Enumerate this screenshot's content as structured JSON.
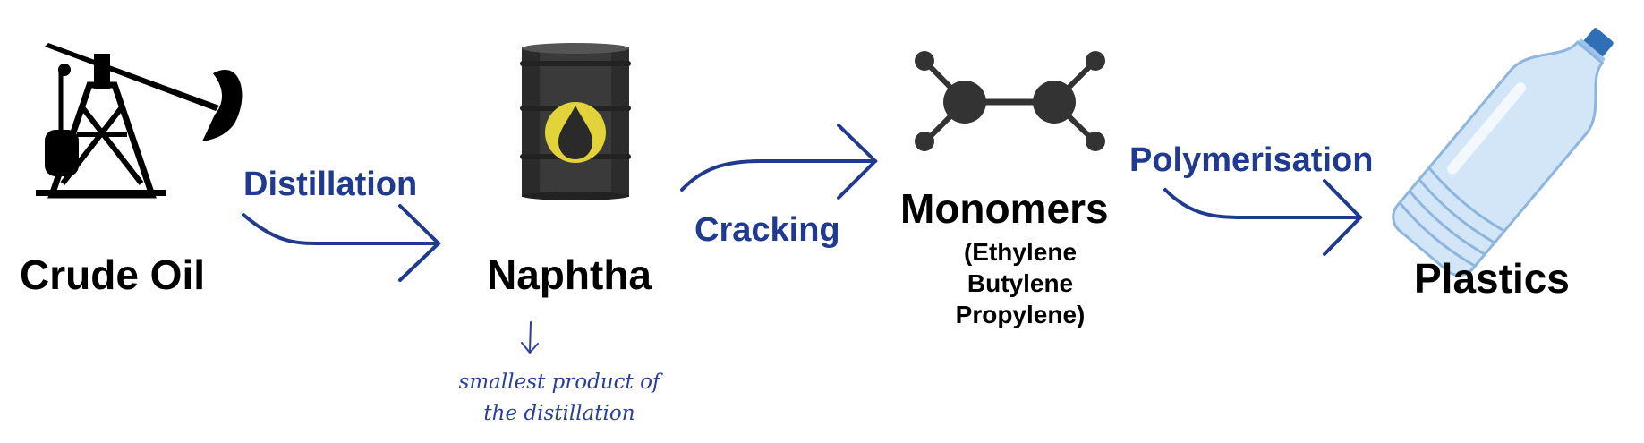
{
  "stages": {
    "crude_oil": "Crude Oil",
    "naphtha": "Naphtha",
    "monomers": "Monomers",
    "plastics": "Plastics"
  },
  "monomer_list": [
    "(Ethylene",
    "Butylene",
    "Propylene)"
  ],
  "processes": {
    "distillation": "Distillation",
    "cracking": "Cracking",
    "polymerisation": "Polymerisation"
  },
  "annotation": {
    "line1": "smallest product of",
    "line2": "the distillation"
  },
  "icons": [
    "oil-pump-icon",
    "oil-barrel-icon",
    "molecule-icon",
    "plastic-bottle-icon"
  ],
  "colors": {
    "process": "#1f3a8f",
    "annotation": "#2a3f99",
    "barrel_drop": "#e3d33a"
  }
}
